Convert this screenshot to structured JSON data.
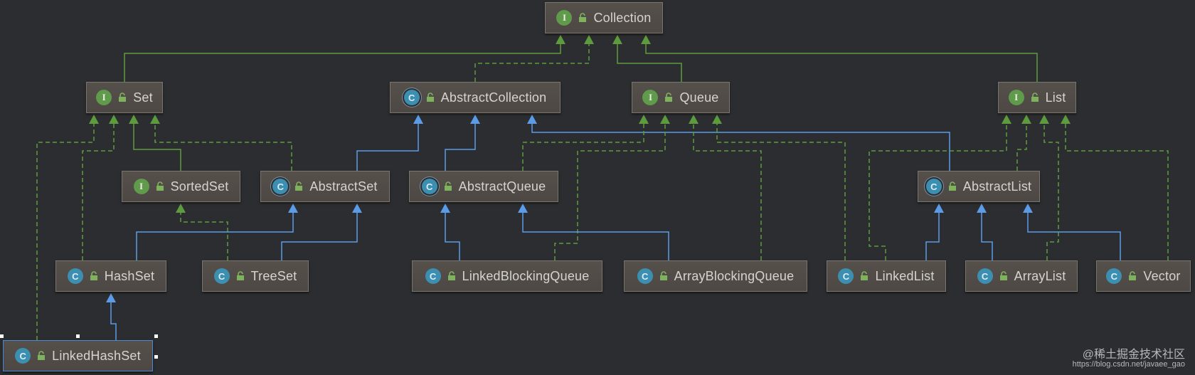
{
  "colors": {
    "background": "#2b2d30",
    "extends_edge": "#5d9b3e",
    "implements_edge": "#5d9b3e",
    "class_extends_edge": "#5b9be8",
    "interface_badge": "#5f9b4a",
    "class_badge": "#3c8fb1",
    "selection": "#4a88d8"
  },
  "nodes": {
    "collection": {
      "label": "Collection",
      "kind": "interface",
      "badge": "I"
    },
    "set": {
      "label": "Set",
      "kind": "interface",
      "badge": "I"
    },
    "abstract_collection": {
      "label": "AbstractCollection",
      "kind": "abstract",
      "badge": "C"
    },
    "queue": {
      "label": "Queue",
      "kind": "interface",
      "badge": "I"
    },
    "list": {
      "label": "List",
      "kind": "interface",
      "badge": "I"
    },
    "sorted_set": {
      "label": "SortedSet",
      "kind": "interface",
      "badge": "I"
    },
    "abstract_set": {
      "label": "AbstractSet",
      "kind": "abstract",
      "badge": "C"
    },
    "abstract_queue": {
      "label": "AbstractQueue",
      "kind": "abstract",
      "badge": "C"
    },
    "abstract_list": {
      "label": "AbstractList",
      "kind": "abstract",
      "badge": "C"
    },
    "hash_set": {
      "label": "HashSet",
      "kind": "class",
      "badge": "C"
    },
    "tree_set": {
      "label": "TreeSet",
      "kind": "class",
      "badge": "C"
    },
    "linked_blocking_queue": {
      "label": "LinkedBlockingQueue",
      "kind": "class",
      "badge": "C"
    },
    "array_blocking_queue": {
      "label": "ArrayBlockingQueue",
      "kind": "class",
      "badge": "C"
    },
    "linked_list": {
      "label": "LinkedList",
      "kind": "class",
      "badge": "C"
    },
    "array_list": {
      "label": "ArrayList",
      "kind": "class",
      "badge": "C"
    },
    "vector": {
      "label": "Vector",
      "kind": "class",
      "badge": "C"
    },
    "linked_hash_set": {
      "label": "LinkedHashSet",
      "kind": "class",
      "badge": "C",
      "selected": true
    }
  },
  "edges": [
    {
      "from": "set",
      "to": "collection",
      "type": "extends"
    },
    {
      "from": "queue",
      "to": "collection",
      "type": "extends"
    },
    {
      "from": "list",
      "to": "collection",
      "type": "extends"
    },
    {
      "from": "abstract_collection",
      "to": "collection",
      "type": "implements"
    },
    {
      "from": "sorted_set",
      "to": "set",
      "type": "extends"
    },
    {
      "from": "abstract_set",
      "to": "set",
      "type": "implements"
    },
    {
      "from": "hash_set",
      "to": "set",
      "type": "implements"
    },
    {
      "from": "linked_hash_set",
      "to": "set",
      "type": "implements"
    },
    {
      "from": "abstract_set",
      "to": "abstract_collection",
      "type": "class-extends"
    },
    {
      "from": "abstract_queue",
      "to": "abstract_collection",
      "type": "class-extends"
    },
    {
      "from": "abstract_list",
      "to": "abstract_collection",
      "type": "class-extends"
    },
    {
      "from": "abstract_queue",
      "to": "queue",
      "type": "implements"
    },
    {
      "from": "linked_blocking_queue",
      "to": "queue",
      "type": "implements"
    },
    {
      "from": "array_blocking_queue",
      "to": "queue",
      "type": "implements"
    },
    {
      "from": "linked_list",
      "to": "queue",
      "type": "implements"
    },
    {
      "from": "abstract_list",
      "to": "list",
      "type": "implements"
    },
    {
      "from": "linked_list",
      "to": "list",
      "type": "implements"
    },
    {
      "from": "array_list",
      "to": "list",
      "type": "implements"
    },
    {
      "from": "vector",
      "to": "list",
      "type": "implements"
    },
    {
      "from": "tree_set",
      "to": "sorted_set",
      "type": "implements"
    },
    {
      "from": "hash_set",
      "to": "abstract_set",
      "type": "class-extends"
    },
    {
      "from": "tree_set",
      "to": "abstract_set",
      "type": "class-extends"
    },
    {
      "from": "linked_blocking_queue",
      "to": "abstract_queue",
      "type": "class-extends"
    },
    {
      "from": "array_blocking_queue",
      "to": "abstract_queue",
      "type": "class-extends"
    },
    {
      "from": "linked_list",
      "to": "abstract_list",
      "type": "class-extends"
    },
    {
      "from": "array_list",
      "to": "abstract_list",
      "type": "class-extends"
    },
    {
      "from": "vector",
      "to": "abstract_list",
      "type": "class-extends"
    },
    {
      "from": "linked_hash_set",
      "to": "hash_set",
      "type": "class-extends"
    }
  ],
  "watermark": {
    "main": "@稀土掘金技术社区",
    "url": "https://blog.csdn.net/javaee_gao"
  }
}
